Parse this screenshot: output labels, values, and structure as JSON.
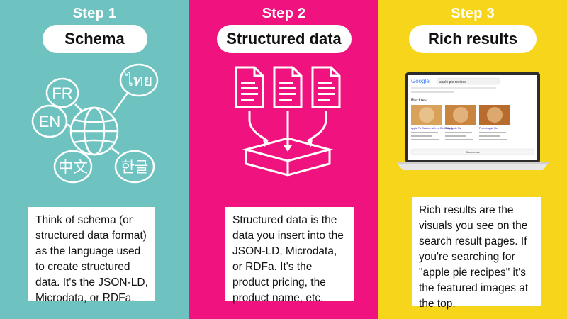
{
  "steps": [
    {
      "step_label": "Step 1",
      "title": "Schema",
      "body": "Think of schema (or structured data format) as the language used to create structured data. It's the JSON-LD, Microdata, or RDFa.",
      "languages": [
        "FR",
        "ไทย",
        "EN",
        "中文",
        "한글"
      ]
    },
    {
      "step_label": "Step 2",
      "title": "Structured data",
      "body": "Structured data is the data you insert into the JSON-LD, Microdata, or RDFa. It's the product pricing, the product name, etc."
    },
    {
      "step_label": "Step 3",
      "title": "Rich results",
      "body": "Rich results are the visuals you see on the search result pages. If you're searching for \"apple pie recipes\" it's the featured images at the top.",
      "serp": {
        "logo": "Google",
        "query": "apple pie recipes",
        "section": "Recipes",
        "recipes": [
          "Apple Pie Recipes with the Best Filling",
          "Easy Apple Pie",
          "Perfect Apple Pie"
        ],
        "more": "Show more"
      }
    }
  ],
  "colors": {
    "teal": "#6ec3c1",
    "magenta": "#f0127e",
    "yellow": "#f6d51b"
  }
}
